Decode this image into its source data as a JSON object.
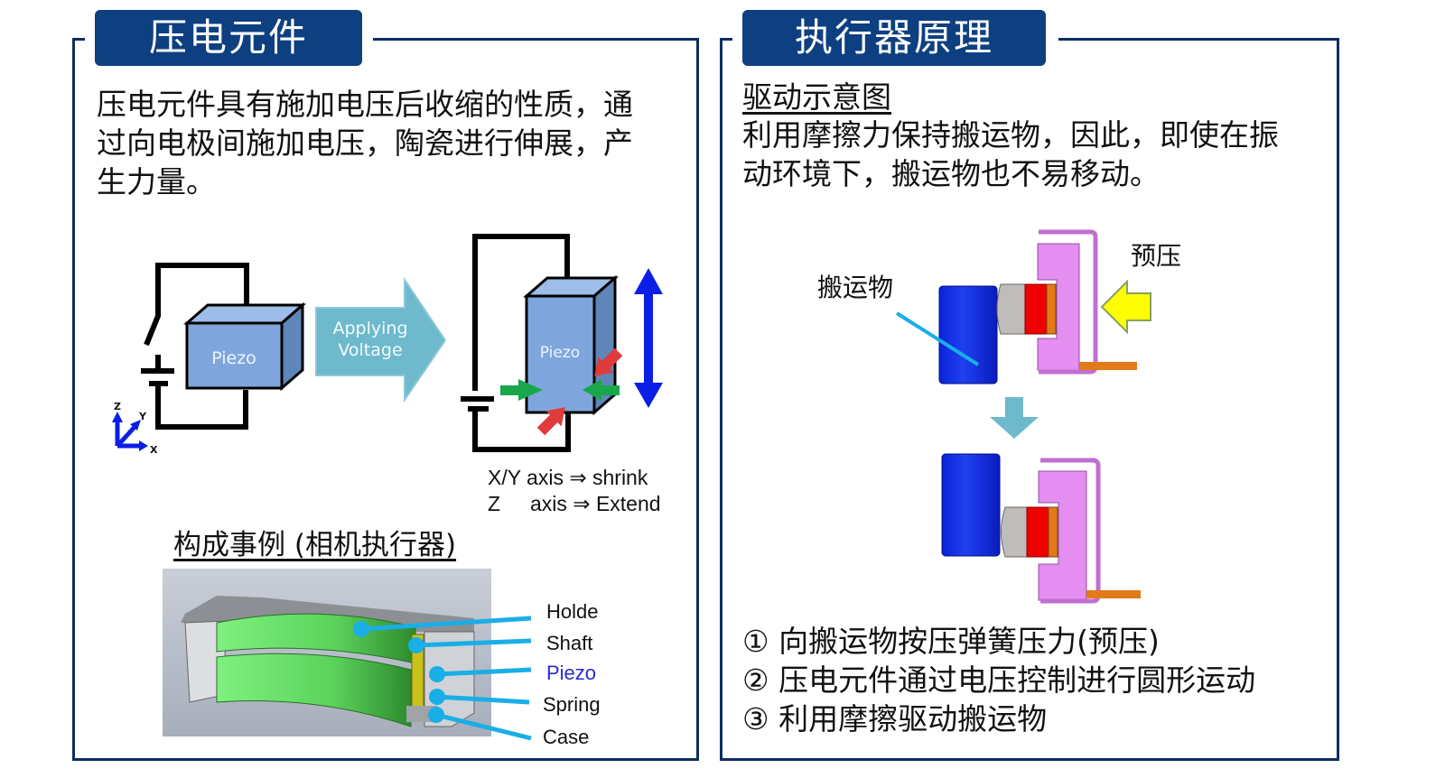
{
  "left_panel": {
    "title": "压电元件",
    "description": "压电元件具有施加电压后收缩的性质，通过向电极间施加电压，陶瓷进行伸展，产生力量。",
    "description_lines": [
      "压电元件具有施加电压后收缩的性质，通",
      "过向电极间施加电压，陶瓷进行伸展，产",
      "生力量。"
    ],
    "diagram": {
      "piezo_label_before": "Piezo",
      "piezo_label_after": "Piezo",
      "arrow_label_line1": "Applying",
      "arrow_label_line2": "Voltage",
      "axis_labels": {
        "z": "Z",
        "y": "Y",
        "x": "X"
      },
      "result_line1": "X/Y axis ⇒ shrink",
      "result_line2_a": "Z",
      "result_line2_b": "axis ⇒ Extend"
    },
    "example": {
      "heading": "构成事例 (相机执行器)",
      "parts": [
        {
          "label": "Holde",
          "color": "#111111"
        },
        {
          "label": "Shaft",
          "color": "#111111"
        },
        {
          "label": "Piezo",
          "color": "#2a2ad0"
        },
        {
          "label": "Spring",
          "color": "#111111"
        },
        {
          "label": "Case",
          "color": "#111111"
        }
      ]
    }
  },
  "right_panel": {
    "title": "执行器原理",
    "subheading": "驱动示意图",
    "description_lines": [
      "利用摩擦力保持搬运物，因此，即使在振",
      "动环境下，搬运物也不易移动。"
    ],
    "diagram": {
      "carried_object_label": "搬运物",
      "preload_label": "预压"
    },
    "steps": [
      "① 向搬运物按压弹簧压力(预压)",
      "② 压电元件通过电压控制进行圆形运动",
      "③ 利用摩擦驱动搬运物"
    ]
  },
  "colors": {
    "frame": "#0d2e63",
    "tab": "#0e3f80",
    "piezo_box": "#7fa6dc",
    "arrow_teal": "#6fb9cc",
    "blue_arrow": "#0a1ee6",
    "green_arrow": "#1aa64a",
    "red_arrow": "#e03a3a",
    "carried_object": "#0a22d8",
    "holder": "#e38ef0",
    "preload_arrow": "#ffff00",
    "callout": "#1aaee6"
  }
}
